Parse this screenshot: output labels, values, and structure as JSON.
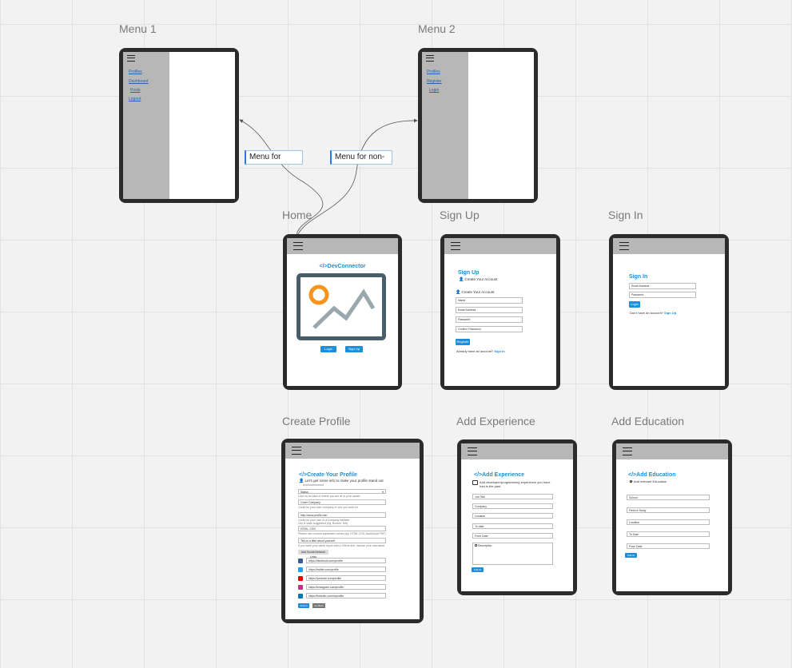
{
  "colors": {
    "canvas": "#f2f2f2",
    "device": "#2b2b2b",
    "chrome": "#b7b7b7",
    "accent": "#1e8ed8",
    "sticky_border": "#2a7bd8",
    "image_frame": "#4a5d6a",
    "image_sun": "#f7941d"
  },
  "frames": {
    "menu1": {
      "title": "Menu 1",
      "links": [
        "Profiles",
        "Dashboard",
        "Posts",
        "Logout"
      ]
    },
    "menu2": {
      "title": "Menu 2",
      "links": [
        "Profiles",
        "Register",
        "Login"
      ]
    },
    "home": {
      "title": "Home",
      "brand": "</>DevConnector",
      "image_icon": "landscape-image-icon",
      "login_button": "Login",
      "signup_button": "Sign Up"
    },
    "signup": {
      "title": "Sign Up",
      "heading": "Sign Up",
      "subheading": "Create Your Account",
      "subheading2": "Create Your Account",
      "fields": [
        "Name",
        "Email Address",
        "Password",
        "Confirm Password"
      ],
      "submit": "Register",
      "footer_text": "Already have an account?",
      "footer_link": "Sign In"
    },
    "signin": {
      "title": "Sign In",
      "heading": "Sign In",
      "fields": [
        "Email Address",
        "Password"
      ],
      "submit": "Login",
      "footer_text": "Don't have an account?",
      "footer_link": "Sign Up"
    },
    "create_profile": {
      "title": "Create Profile",
      "heading": "</>Create Your Profile",
      "lead": "Let's get some info to make your profile stand out",
      "select_value": "Status",
      "fields": [
        "Give us an idea of where you are at in your career",
        "Could be your own company or one you work for",
        "Could be your own or a company website",
        "City & state suggested (eg. Boston, MA)",
        "Please use comma separated values (eg. HTML,CSS,JavaScript,PHP)",
        "If you want your latest repos and a Github link, include your username"
      ],
      "inputs": [
        "Order Company",
        "http://www.profile.me/",
        "HTML, CSS",
        "Tell us a little about yourself"
      ],
      "social_toggle": "Add Social Network Links",
      "social": [
        {
          "icon": "facebook-icon",
          "url": "https://facebook.com/profile"
        },
        {
          "icon": "twitter-icon",
          "url": "https://twitter.com/profile"
        },
        {
          "icon": "youtube-icon",
          "url": "https://youtube.com/profile"
        },
        {
          "icon": "instagram-icon",
          "url": "https://instagram.com/profile"
        },
        {
          "icon": "linkedin-icon",
          "url": "https://linkedin.com/in/profile"
        }
      ],
      "submit": "Submit",
      "back": "Go Back"
    },
    "add_experience": {
      "title": "Add Experience",
      "heading": "</>Add Experience",
      "lead": "Add developer/programming experience you have had in the past",
      "fields": [
        "Job Title",
        "Company",
        "Location",
        "To date",
        "From Date"
      ],
      "textarea": "Description",
      "submit": "Submit"
    },
    "add_education": {
      "title": "Add Education",
      "heading": "</>Add Education",
      "lead": "Add relevant Education",
      "fields": [
        "School",
        "Field of Study",
        "Location",
        "To Date",
        "From Date"
      ],
      "submit": "Submit"
    }
  },
  "stickies": {
    "note1": "Menu for",
    "note2": "Menu for non-"
  }
}
